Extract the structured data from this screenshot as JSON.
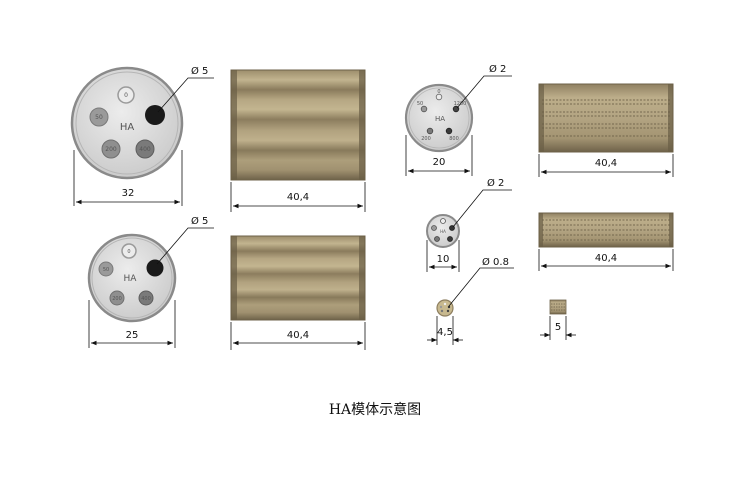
{
  "caption": "HA模体示意图",
  "colors": {
    "face": "#dcdcdc",
    "rim": "#8a8a8a",
    "cylinder_light": "#b3a482",
    "cylinder_dark": "#8e7f60",
    "hole_fill": "#9a9a9a",
    "insert_dark": "#1a1a1a"
  },
  "phantoms": {
    "d32": {
      "face_label": "HA",
      "hole_labels": [
        "0",
        "50",
        "200",
        "400"
      ],
      "dim_diameter": "32",
      "dim_hole": "Ø 5",
      "dim_length": "40,4"
    },
    "d25": {
      "face_label": "HA",
      "hole_labels": [
        "0",
        "50",
        "200",
        "400"
      ],
      "dim_diameter": "25",
      "dim_length": "40,4"
    },
    "d20": {
      "face_label": "HA",
      "hole_labels": [
        "0",
        "50",
        "1200",
        "200",
        "800"
      ],
      "dim_diameter": "20",
      "dim_hole": "Ø 2",
      "dim_length": "40,4"
    },
    "d10": {
      "face_label": "HA",
      "dim_diameter": "10",
      "dim_hole": "Ø 2",
      "dim_length": "40,4"
    },
    "d45": {
      "dim_diameter": "4,5",
      "dim_hole": "Ø 0.8",
      "dim_length": "5"
    }
  }
}
